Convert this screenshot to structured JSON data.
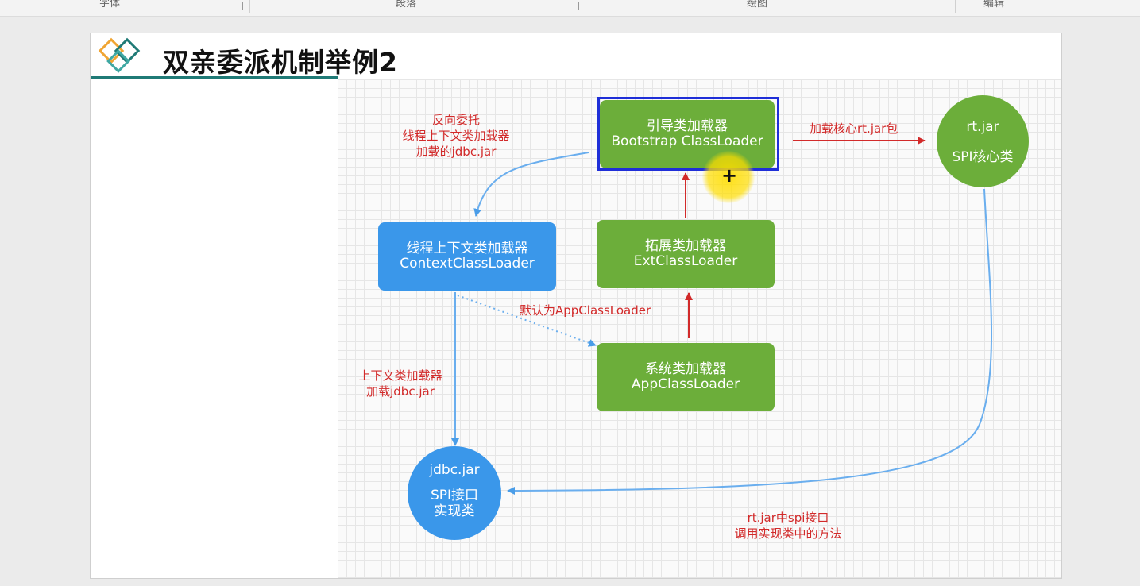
{
  "ribbon": {
    "groups": [
      "字体",
      "段落",
      "绘图",
      "编辑"
    ]
  },
  "slide": {
    "title": "双亲委派机制举例2"
  },
  "diagram": {
    "bootstrap": {
      "line1": "引导类加载器",
      "line2": "Bootstrap ClassLoader"
    },
    "ext": {
      "line1": "拓展类加载器",
      "line2": "ExtClassLoader"
    },
    "app": {
      "line1": "系统类加载器",
      "line2": "AppClassLoader"
    },
    "context": {
      "line1": "线程上下文类加载器",
      "line2": "ContextClassLoader"
    },
    "rt": {
      "line1": "rt.jar",
      "line2": "SPI核心类"
    },
    "jdbc": {
      "line1": "jdbc.jar",
      "line2": "SPI接口",
      "line3": "实现类"
    },
    "labels": {
      "reverse": {
        "line1": "反向委托",
        "line2": "线程上下文类加载器",
        "line3": "加载的jdbc.jar"
      },
      "load_rt": "加载核心rt.jar包",
      "default_app": "默认为AppClassLoader",
      "ctx_load": {
        "line1": "上下文类加载器",
        "line2": "加载jdbc.jar"
      },
      "rt_spi": {
        "line1": "rt.jar中spi接口",
        "line2": "调用实现类中的方法"
      }
    },
    "colors": {
      "green": "#6cae3a",
      "blue": "#3a97ea",
      "red": "#d22a2a",
      "selection": "#1f2fd8"
    }
  }
}
